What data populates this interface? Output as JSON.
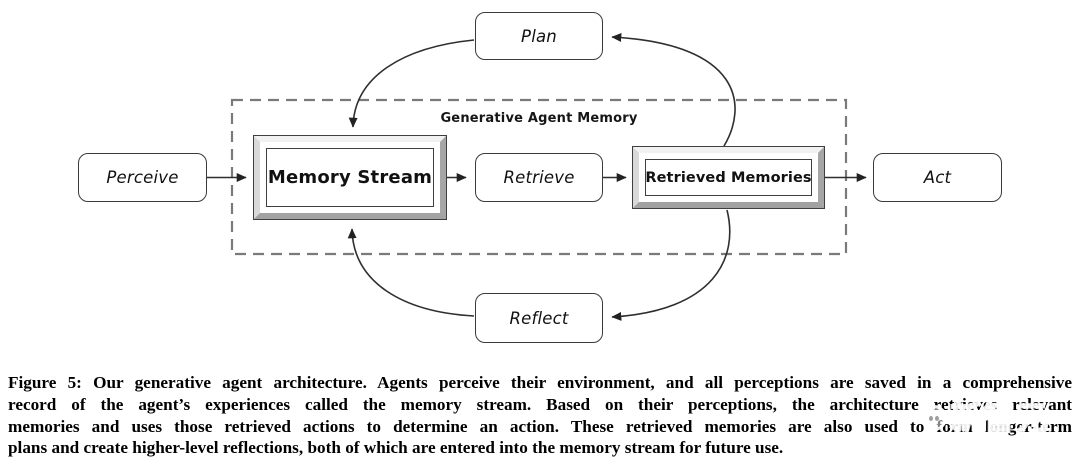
{
  "figure": {
    "memory_region_label": "Generative Agent Memory",
    "nodes": {
      "perceive": "Perceive",
      "plan": "Plan",
      "memory_stream": "Memory Stream",
      "retrieve": "Retrieve",
      "retrieved_memories": "Retrieved Memories",
      "act": "Act",
      "reflect": "Reflect"
    },
    "edges": [
      "Perceive -> Memory Stream",
      "Memory Stream -> Retrieve",
      "Retrieve -> Retrieved Memories",
      "Retrieved Memories -> Act",
      "Retrieved Memories -> Plan",
      "Plan -> Memory Stream",
      "Retrieved Memories -> Reflect",
      "Reflect -> Memory Stream"
    ]
  },
  "caption": {
    "lines": [
      "Figure 5: Our generative agent architecture. Agents perceive their environment, and all perceptions are saved in a comprehensive",
      "record of the agent’s experiences called the memory stream. Based on their perceptions, the architecture retrieves relevant",
      "memories and uses those retrieved actions to determine an action. These retrieved memories are also used to form longer-term",
      "plans and create higher-level reflections, both of which are entered into the memory stream for future use."
    ]
  },
  "watermark": {
    "text": "新智元"
  },
  "colors": {
    "stroke": "#2f2f2f",
    "dashed_border": "#7a7a7a",
    "bevel_light": "#f1f1f1",
    "bevel_dark": "#a6a6a6",
    "caption_text": "#000000",
    "background": "#ffffff"
  }
}
